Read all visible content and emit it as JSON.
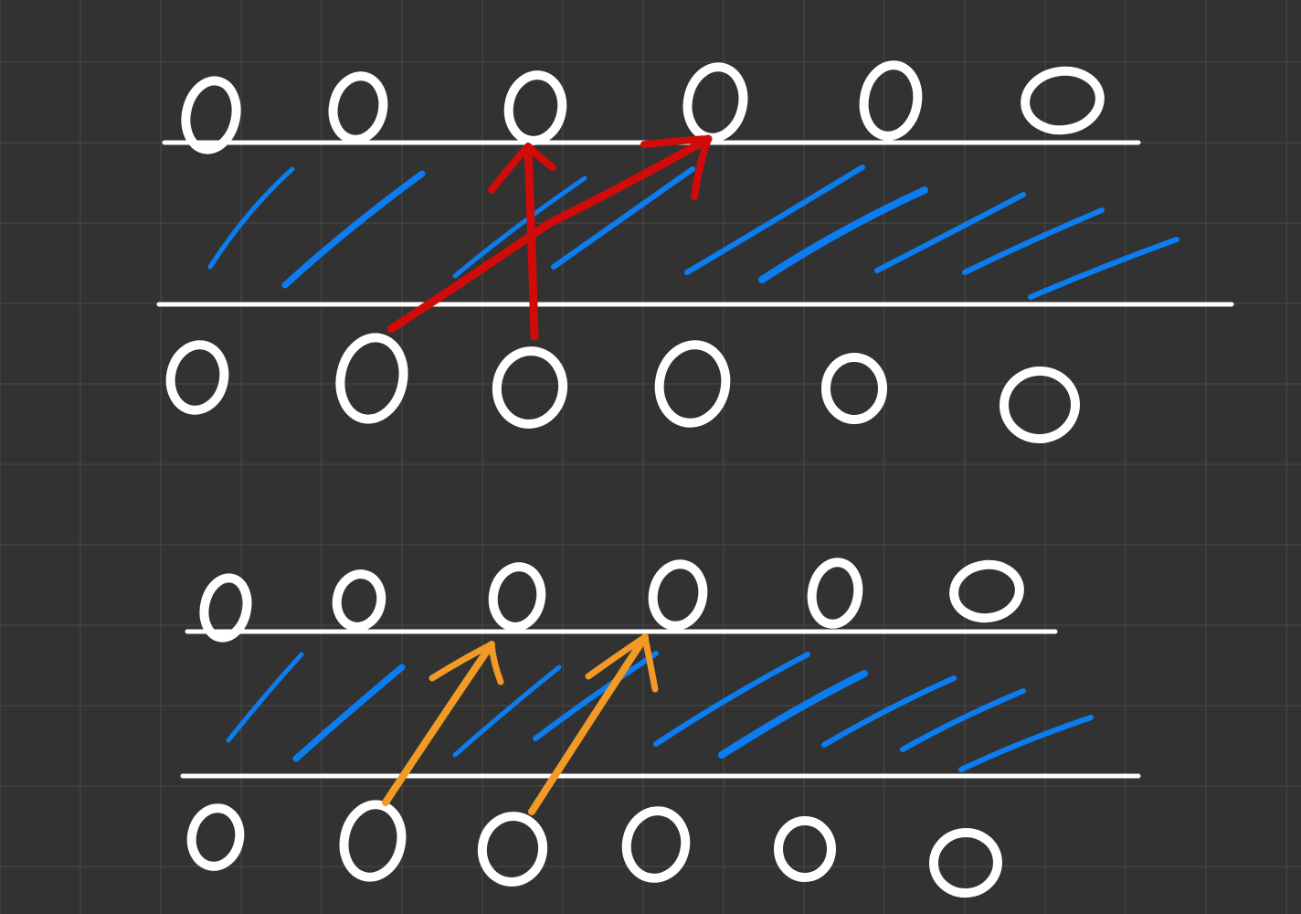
{
  "colors": {
    "background": "#323232",
    "grid": "#434343",
    "ink": "#ffffff",
    "hatch": "#0b7df0",
    "arrow_top": "#d10a0a",
    "arrow_bottom": "#f29a25"
  },
  "panels": [
    {
      "name": "panel-top",
      "upper_row_glyphs": [
        "0",
        "0",
        "0",
        "0",
        "0",
        "0"
      ],
      "lower_row_glyphs": [
        "0",
        "0",
        "0",
        "0",
        "0",
        "0"
      ],
      "arrow_color_key": "arrow_top",
      "arrow_count": 2
    },
    {
      "name": "panel-bottom",
      "upper_row_glyphs": [
        "0",
        "0",
        "0",
        "0",
        "0",
        "0"
      ],
      "lower_row_glyphs": [
        "0",
        "0",
        "0",
        "0",
        "0",
        "0"
      ],
      "arrow_color_key": "arrow_bottom",
      "arrow_count": 2
    }
  ]
}
